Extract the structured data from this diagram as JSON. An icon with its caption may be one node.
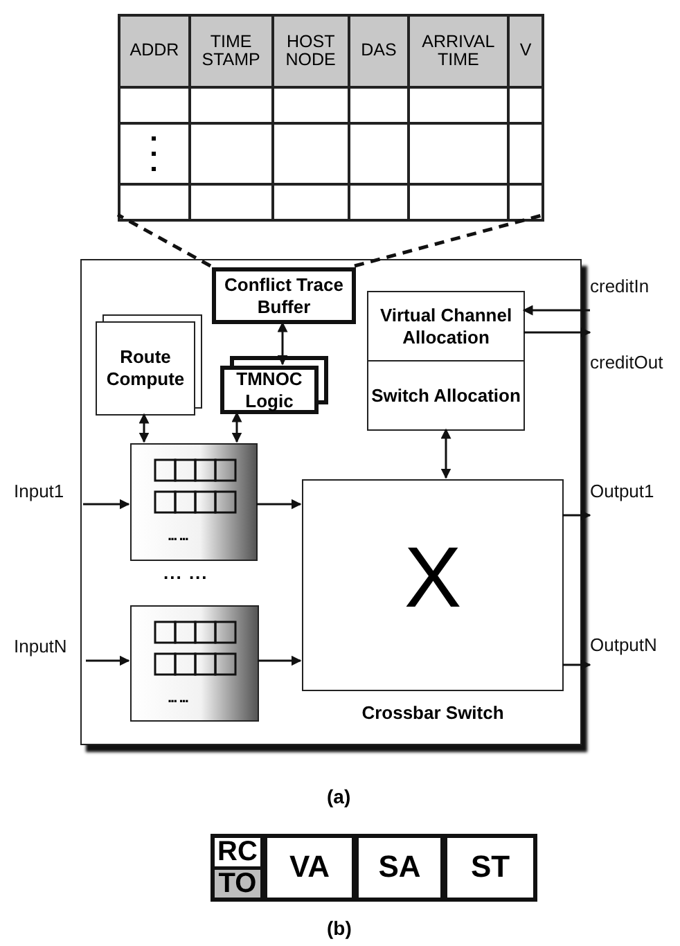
{
  "diagram": {
    "nodes": [
      {
        "text": [
          "ADDR",
          "TIME STAMP",
          "HOST NODE",
          "DAS",
          "ARRIVAL TIME",
          "V"
        ]
      },
      {
        "text": [],
        "shape": "box"
      },
      {
        "text": [
          "Conflict Trace Buffer"
        ],
        "in": 1
      },
      {
        "text": [
          "Route Compute"
        ],
        "in": 1
      },
      {
        "text": [
          "TMNOC Logic"
        ],
        "in": 1
      },
      {
        "text": [
          "Virtual Channel Allocation"
        ],
        "in": 1
      },
      {
        "text": [
          "Switch Allocation"
        ],
        "in": 1
      },
      {
        "text": [
          "... ..."
        ],
        "in": 1
      },
      {
        "text": [
          "... ..."
        ],
        "in": 1
      },
      {
        "text": [
          "X",
          "Crossbar Switch"
        ],
        "in": 1
      },
      {
        "text": [
          "Input1"
        ]
      },
      {
        "text": [
          "InputN"
        ]
      },
      {
        "text": [
          "creditIn"
        ]
      },
      {
        "text": [
          "creditOut"
        ]
      },
      {
        "text": [
          "Output1"
        ]
      },
      {
        "text": [
          "OutputN"
        ]
      },
      {
        "text": [
          "RC",
          "TO"
        ]
      },
      {
        "text": [
          "VA"
        ]
      },
      {
        "text": [
          "SA"
        ]
      },
      {
        "text": [
          "ST"
        ]
      }
    ],
    "edges": [
      {
        "from": 2,
        "to": 0,
        "arrow": "none",
        "style": "dashed"
      },
      {
        "from": 2,
        "to": 0,
        "arrow": "none",
        "style": "dashed"
      },
      {
        "from": 2,
        "to": 4,
        "arrow": "both"
      },
      {
        "from": 3,
        "to": 7,
        "arrow": "both"
      },
      {
        "from": 4,
        "to": 7,
        "arrow": "both"
      },
      {
        "from": 6,
        "to": 9,
        "arrow": "both"
      },
      {
        "from": 10,
        "to": 7,
        "arrow": "to"
      },
      {
        "from": 7,
        "to": 9,
        "arrow": "to"
      },
      {
        "from": 11,
        "to": 8,
        "arrow": "to"
      },
      {
        "from": 8,
        "to": 9,
        "arrow": "to"
      },
      {
        "from": 12,
        "to": 5,
        "arrow": "to"
      },
      {
        "from": 5,
        "to": 13,
        "arrow": "to"
      },
      {
        "from": 9,
        "to": 14,
        "arrow": "to"
      },
      {
        "from": 9,
        "to": 15,
        "arrow": "to"
      }
    ],
    "labels": [
      "... ...",
      "(a)",
      "(b)"
    ]
  }
}
